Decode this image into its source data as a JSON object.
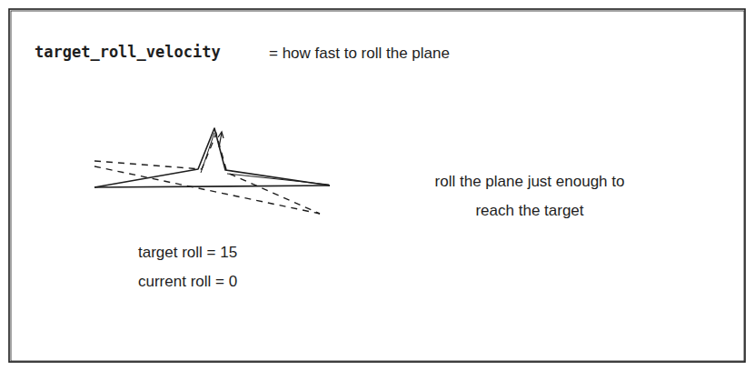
{
  "diagram": {
    "labels": [
      "target_roll_velocity",
      "= how fast to roll the plane",
      "roll the plane just enough to reach the target",
      "target roll = 15",
      "current roll = 0"
    ]
  }
}
